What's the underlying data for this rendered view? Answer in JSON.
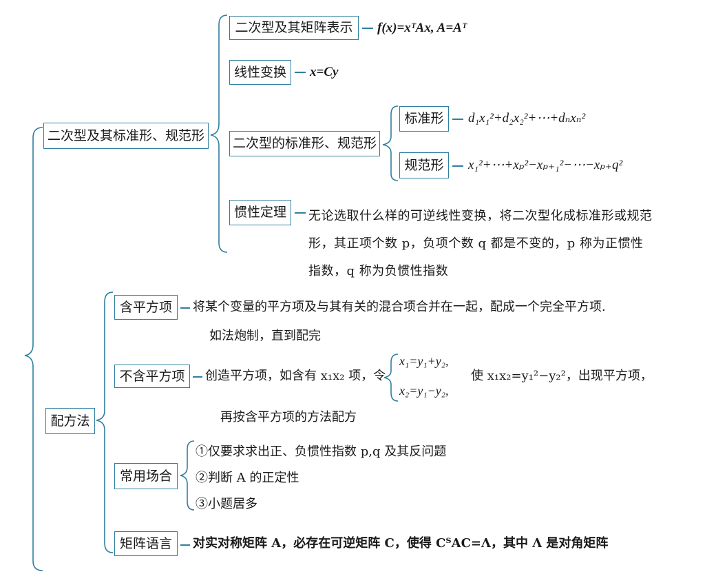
{
  "root": {
    "quad": {
      "label": "二次型及其标准形、规范形",
      "matrix": {
        "label": "二次型及其矩阵表示",
        "formula": "f(x)=xᵀAx, A=Aᵀ"
      },
      "linear": {
        "label": "线性变换",
        "formula": "x=Cy"
      },
      "forms": {
        "label": "二次型的标准形、规范形",
        "standard": {
          "label": "标准形",
          "formula": "d₁x₁²+d₂x₂²+⋯+dₙxₙ²"
        },
        "canonical": {
          "label": "规范形",
          "formula": "x₁²+⋯+xₚ²−xₚ₊₁²−⋯−xₚ₊q²"
        }
      },
      "inertia": {
        "label": "惯性定理",
        "text": "无论选取什么样的可逆线性变换，将二次型化成标准形或规范形，其正项个数 p，负项个数 q 都是不变的，p 称为正惯性指数，q 称为负惯性指数"
      }
    },
    "completing": {
      "label": "配方法",
      "with_square": {
        "label": "含平方项",
        "text": "将某个变量的平方项及与其有关的混合项合并在一起，配成一个完全平方项.",
        "text2": "如法炮制，直到配完"
      },
      "without_square": {
        "label": "不含平方项",
        "text_a": "创造平方项，如含有 x₁x₂ 项，令",
        "eq1": "x₁=y₁+y₂,",
        "eq2": "x₂=y₁−y₂,",
        "text_b": "使 x₁x₂=y₁²−y₂²，出现平方项，",
        "text2": "再按含平方项的方法配方"
      },
      "usage": {
        "label": "常用场合",
        "items": [
          "①仅要求求出正、负惯性指数 p,q 及其反问题",
          "②判断 A 的正定性",
          "③小题居多"
        ]
      },
      "matrix_lang": {
        "label": "矩阵语言",
        "text": "对实对称矩阵 A，必存在可逆矩阵 C，使得 CᵀAC=Λ，其中 Λ 是对角矩阵"
      }
    }
  },
  "colors": {
    "line": "#2f7f9f",
    "text": "#1a1a1a"
  }
}
